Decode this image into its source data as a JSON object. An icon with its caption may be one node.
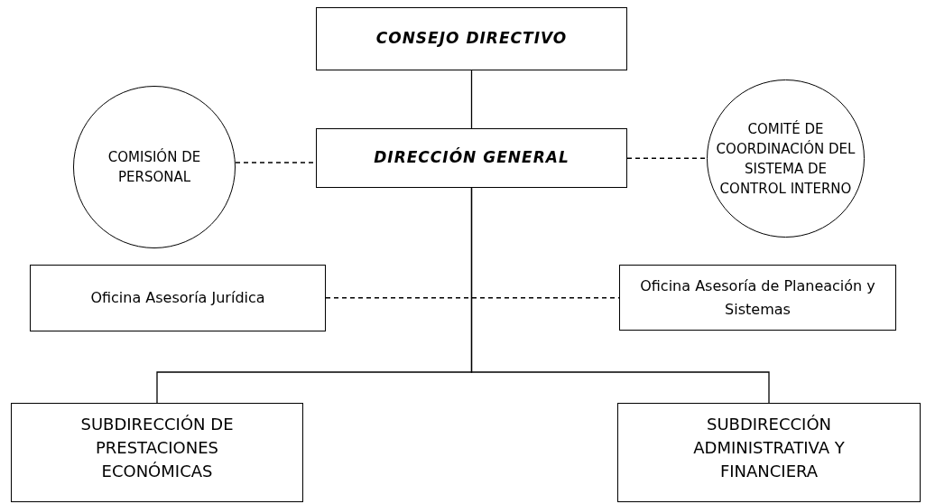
{
  "diagram": {
    "nodes": [
      {
        "text": [
          "CONSEJO DIRECTIVO"
        ]
      },
      {
        "text": [
          "DIRECCIÓN GENERAL"
        ]
      },
      {
        "text": [
          "COMISIÓN DE PERSONAL"
        ]
      },
      {
        "text": [
          "COMITÉ DE COORDINACIÓN DEL SISTEMA DE CONTROL INTERNO"
        ]
      },
      {
        "text": [
          "Oficina Asesoría Jurídica"
        ]
      },
      {
        "text": [
          "Oficina Asesoría de Planeación y Sistemas"
        ]
      },
      {
        "text": [
          "SUBDIRECCIÓN DE PRESTACIONES ECONÓMICAS"
        ]
      },
      {
        "text": [
          "SUBDIRECCIÓN ADMINISTRATIVA Y FINANCIERA"
        ]
      }
    ],
    "edges": [
      {
        "from": 0,
        "to": 1,
        "arrow": "none"
      },
      {
        "from": 2,
        "to": 1,
        "arrow": "none",
        "style": "dashed"
      },
      {
        "from": 1,
        "to": 3,
        "arrow": "none",
        "style": "dashed"
      },
      {
        "from": 4,
        "to": 5,
        "arrow": "none",
        "style": "dashed"
      },
      {
        "from": 1,
        "to": 6,
        "arrow": "none"
      },
      {
        "from": 1,
        "to": 7,
        "arrow": "none"
      }
    ]
  }
}
